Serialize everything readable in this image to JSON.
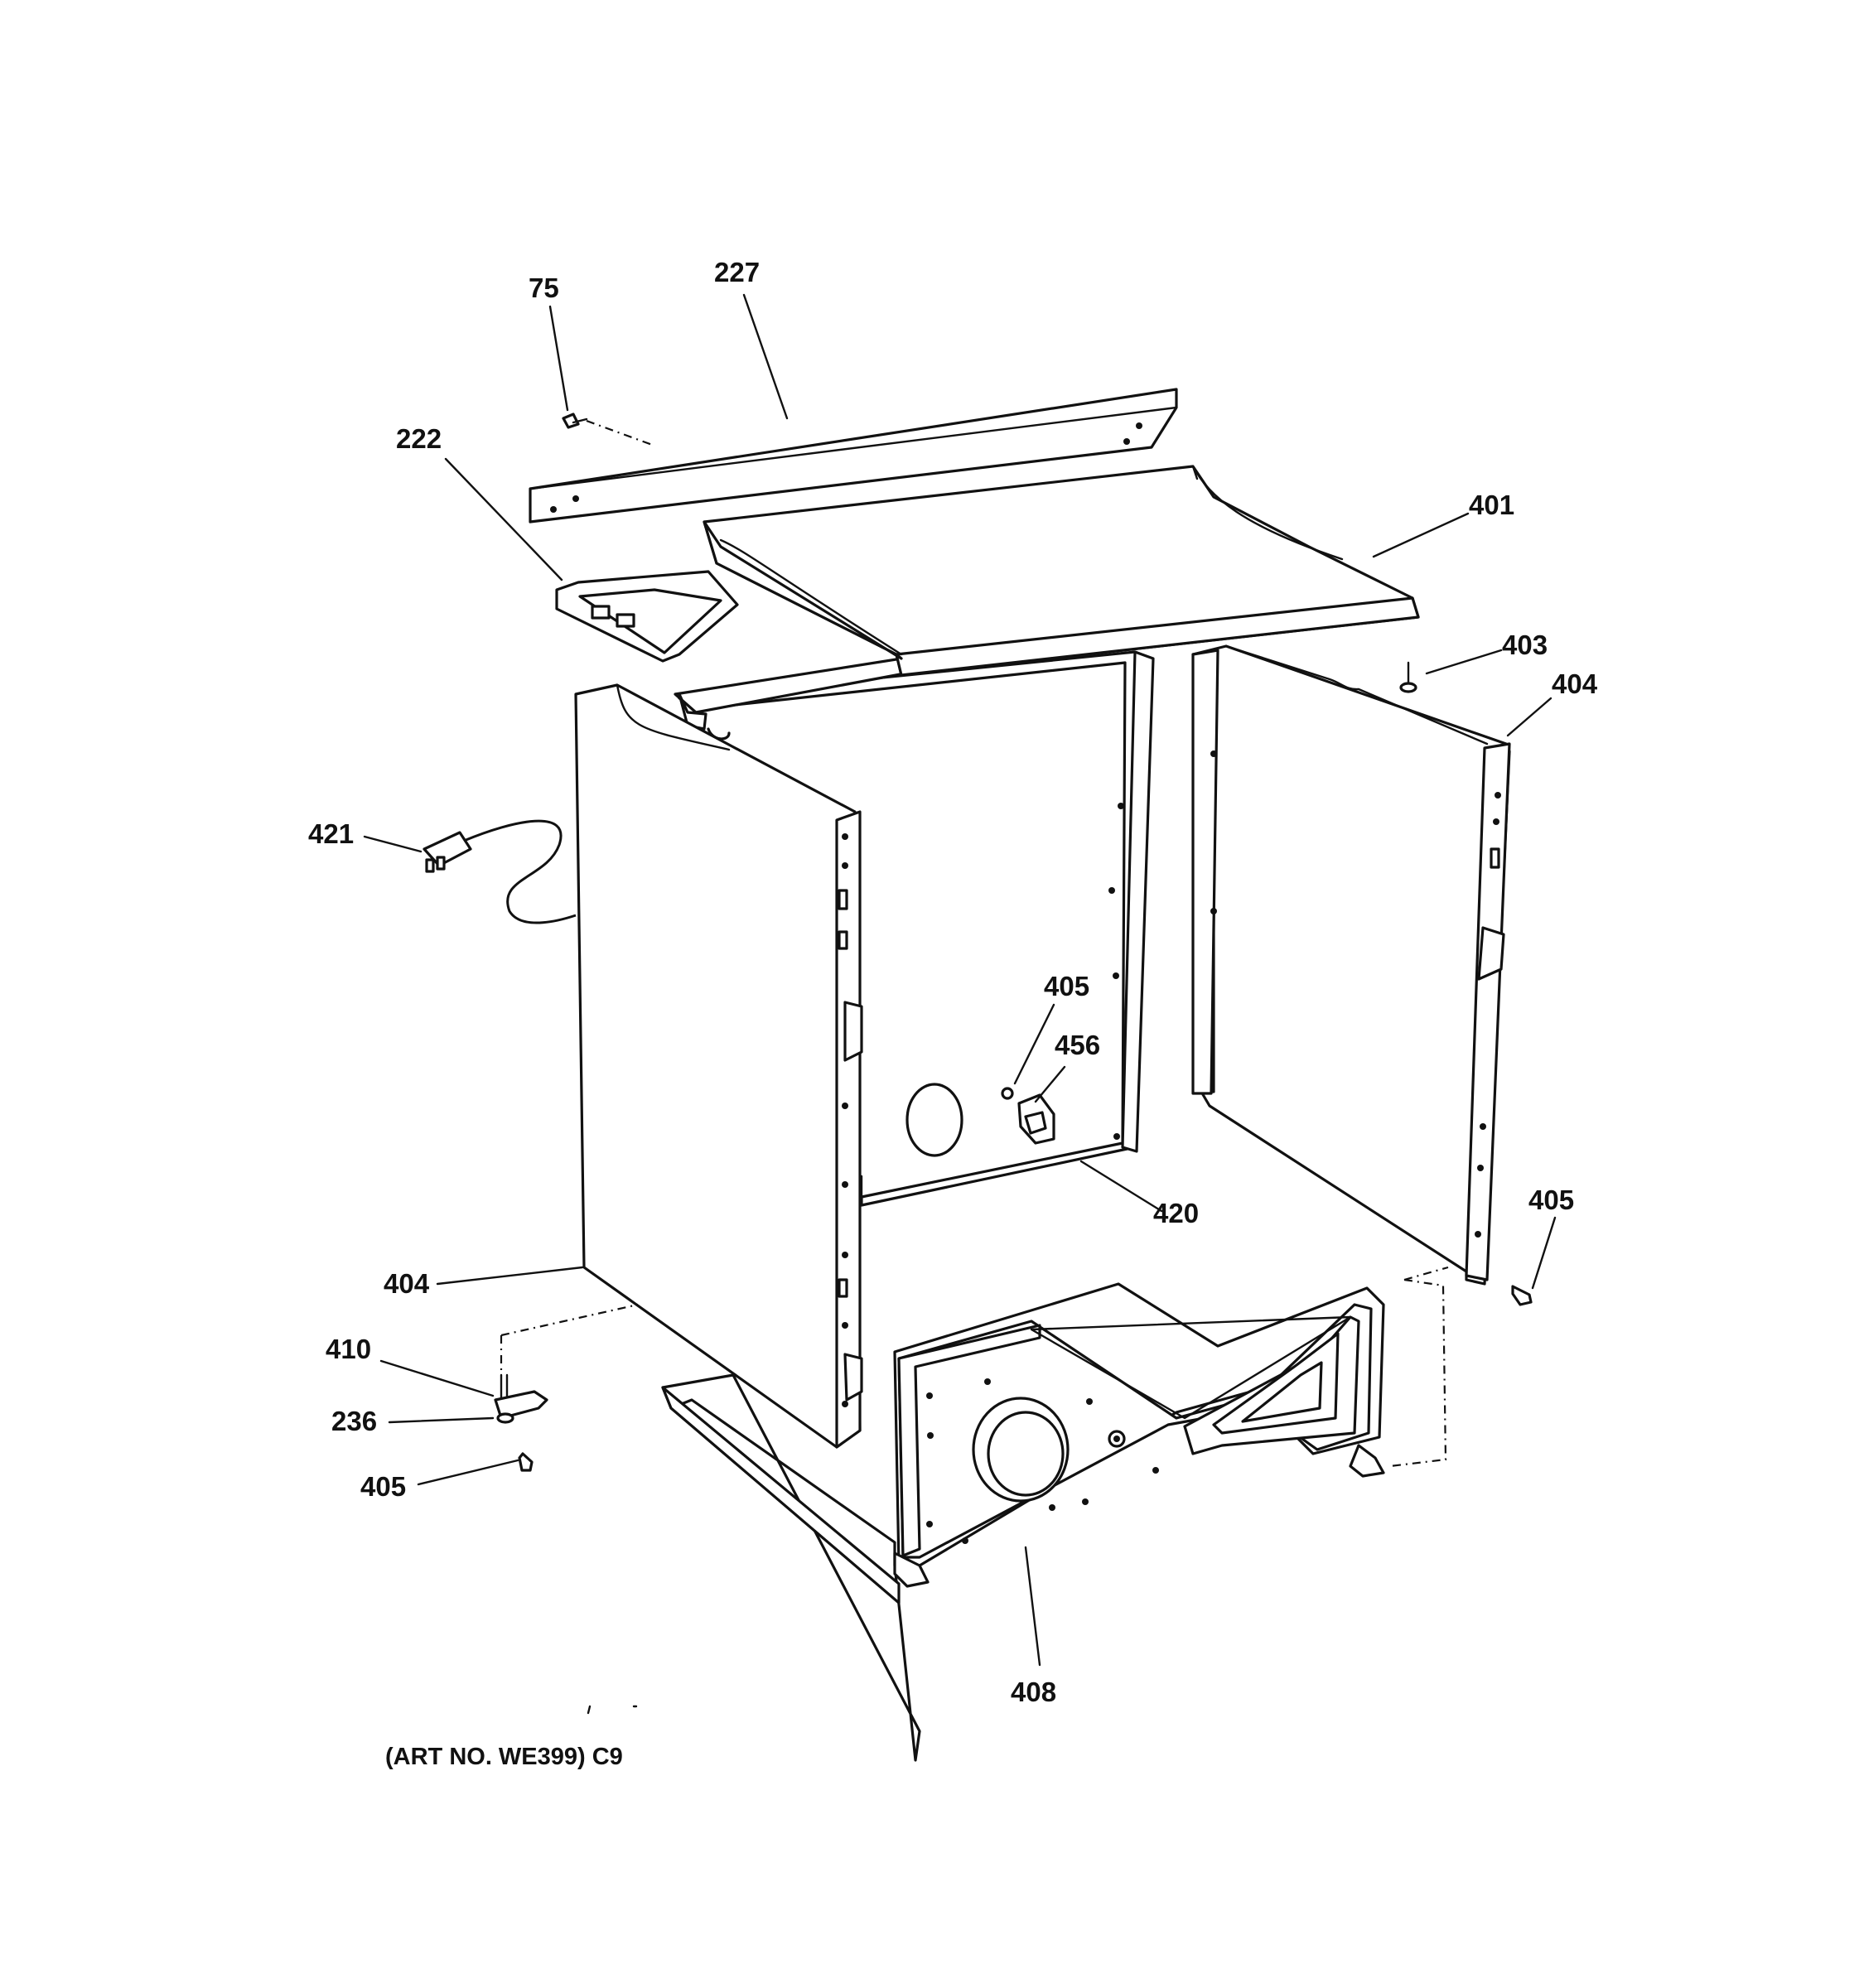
{
  "diagram": {
    "callouts": [
      {
        "id": "c75",
        "label": "75"
      },
      {
        "id": "c227",
        "label": "227"
      },
      {
        "id": "c222",
        "label": "222"
      },
      {
        "id": "c401",
        "label": "401"
      },
      {
        "id": "c403",
        "label": "403"
      },
      {
        "id": "c404r",
        "label": "404"
      },
      {
        "id": "c421",
        "label": "421"
      },
      {
        "id": "c405a",
        "label": "405"
      },
      {
        "id": "c456",
        "label": "456"
      },
      {
        "id": "c420",
        "label": "420"
      },
      {
        "id": "c405b",
        "label": "405"
      },
      {
        "id": "c404l",
        "label": "404"
      },
      {
        "id": "c410",
        "label": "410"
      },
      {
        "id": "c236",
        "label": "236"
      },
      {
        "id": "c405c",
        "label": "405"
      },
      {
        "id": "c408",
        "label": "408"
      }
    ],
    "art_number": "(ART NO. WE399) C9"
  }
}
